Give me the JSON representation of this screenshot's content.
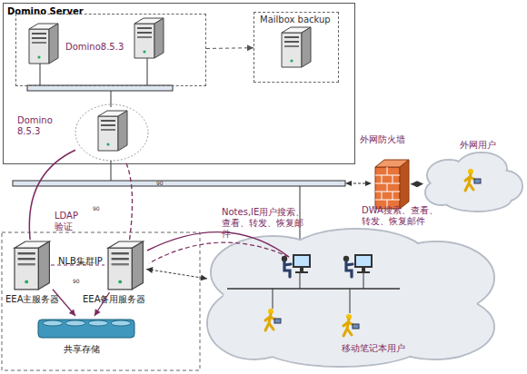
{
  "diagram": {
    "nodes": [
      {
        "text": [
          "Domino Server"
        ]
      },
      {
        "text": [
          "Domino8.5.3"
        ],
        "in": 0
      },
      {
        "text": [
          "Domino 8.5.3"
        ],
        "in": 0
      },
      {
        "text": [
          "Mailbox backup"
        ],
        "in": 0
      },
      {
        "text": [
          "外网防火墙"
        ]
      },
      {
        "text": [
          "外网用户"
        ]
      },
      {
        "text": [
          "EEA主服务器"
        ]
      },
      {
        "text": [
          "EEA备用服务器"
        ]
      },
      {
        "text": [
          "共享存储"
        ]
      },
      {
        "text": [
          "移动笔记本用户"
        ]
      }
    ],
    "edges": [
      {
        "from": 1,
        "to": 3,
        "arrow": "to"
      },
      {
        "from": 6,
        "to": 2,
        "label": "LDAP 验证",
        "arrow": "none"
      },
      {
        "from": 7,
        "to": 2,
        "arrow": "none"
      },
      {
        "from": 4,
        "to": 5,
        "arrow": "both"
      },
      {
        "from": 7,
        "to": 9,
        "arrow": "both"
      },
      {
        "from": 6,
        "to": 8,
        "arrow": "to"
      },
      {
        "from": 7,
        "to": 8,
        "arrow": "to"
      }
    ],
    "labels": [
      "90",
      "90",
      "90",
      "NLB集群IP",
      "Notes,IE用户搜索、查看、转发、恢复邮件",
      "DWA搜索、查看、转发、恢复邮件"
    ]
  }
}
